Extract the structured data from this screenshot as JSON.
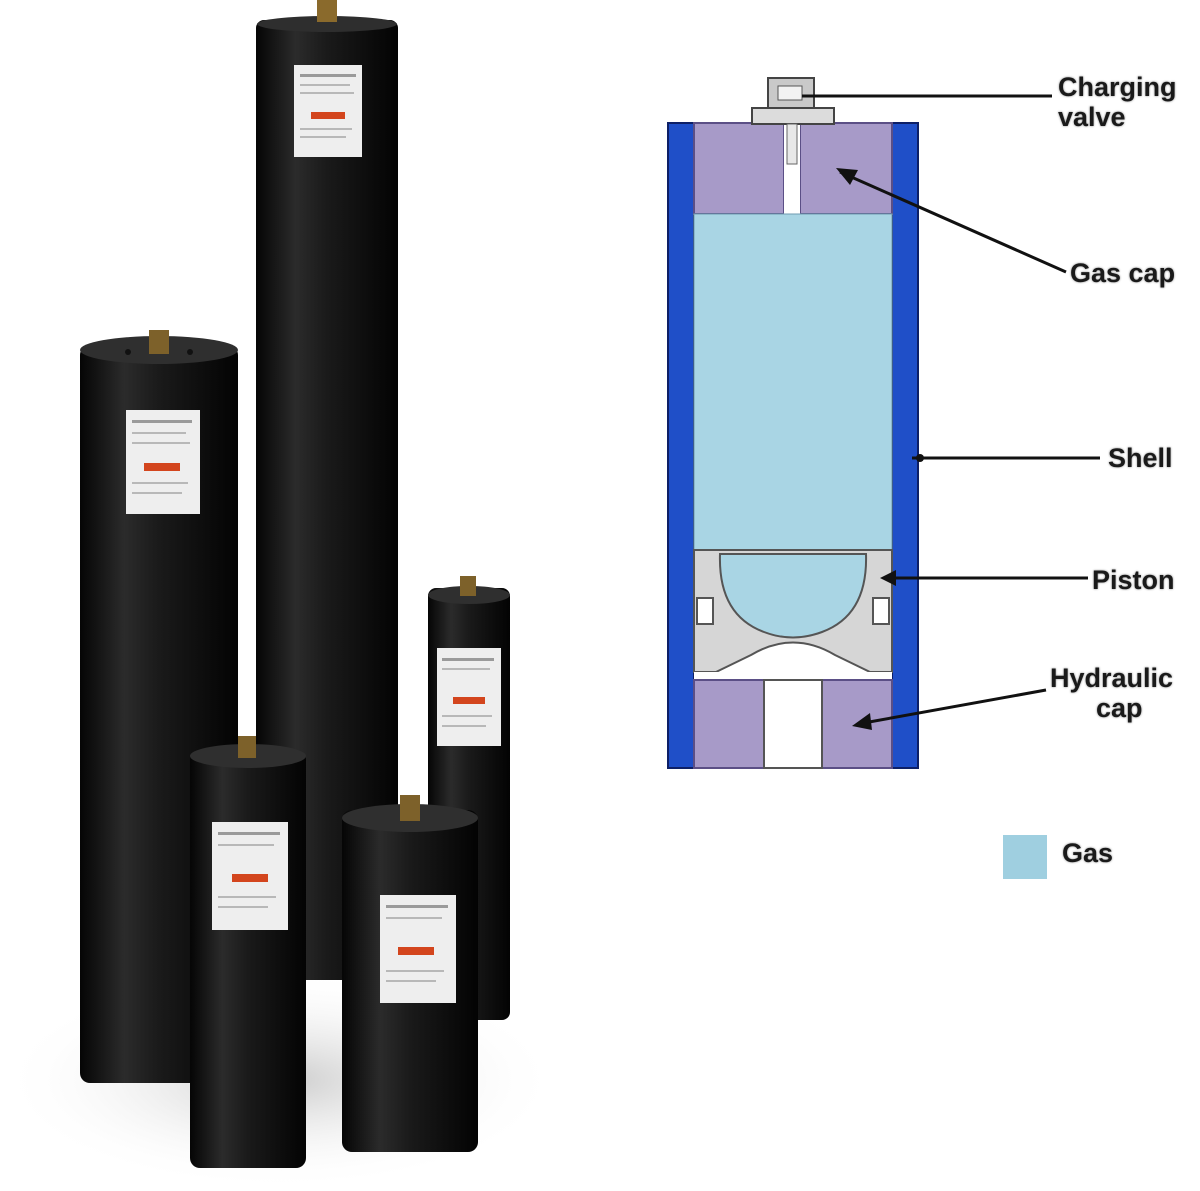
{
  "diagram": {
    "labels": {
      "charging_valve": [
        "Charging",
        "valve"
      ],
      "gas_cap": "Gas cap",
      "shell": "Shell",
      "piston": "Piston",
      "hydraulic_cap": [
        "Hydraulic",
        "cap"
      ]
    },
    "legend": {
      "label": "Gas"
    }
  },
  "colors": {
    "shell": "#1f4fc8",
    "cap": "#a79ac8",
    "gas": "#a9d5e4",
    "piston": "#d6d6d6",
    "cylinder_body": "#141414"
  }
}
